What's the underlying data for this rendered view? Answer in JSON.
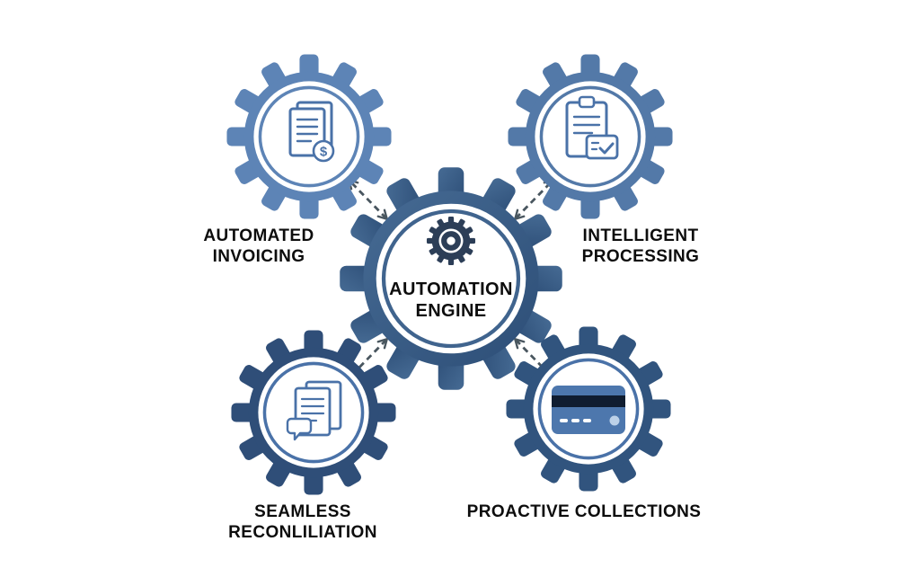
{
  "diagram_title": "automation-engine-gears",
  "center": {
    "label_line1": "AUTOMATION",
    "label_line2": "ENGINE",
    "icon": "gear-icon"
  },
  "nodes": [
    {
      "id": "automated-invoicing",
      "label_line1": "AUTOMATED",
      "label_line2": "INVOICING",
      "icon": "invoice-dollar-icon"
    },
    {
      "id": "intelligent-processing",
      "label_line1": "INTELLIGENT",
      "label_line2": "PROCESSING",
      "icon": "clipboard-check-icon"
    },
    {
      "id": "seamless-reconciliation",
      "label_line1": "SEAMLESS",
      "label_line2": "RECONLILIATION",
      "icon": "documents-chat-icon"
    },
    {
      "id": "proactive-collections",
      "label_line1": "PROACTIVE COLLECTIONS",
      "label_line2": "",
      "icon": "credit-card-icon"
    }
  ],
  "icons": {
    "dollar_sign": "$"
  },
  "colors": {
    "gear_top_left": "#5d84b6",
    "gear_top_right": "#5379a8",
    "gear_bottom_left": "#2f4e78",
    "gear_bottom_right": "#31547e",
    "center_from": "#466b94",
    "center_to": "#2d4e77",
    "ring_center": "#40648e",
    "center_icon": "#2c3e57",
    "icon_stroke": "#4a72a8",
    "card_fill": "#4d77ad",
    "card_stripe": "#101d30",
    "card_dot": "#bcd1e8",
    "arrow": "#49565f",
    "label_text": "#0d0d0d"
  }
}
